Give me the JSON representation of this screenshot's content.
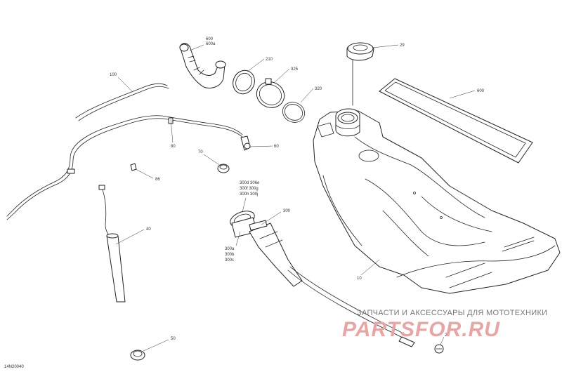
{
  "diagram_id": "14N20040",
  "labels": {
    "l10": "10",
    "l20": "20",
    "l29": "29",
    "l40": "40",
    "l50": "50",
    "l60": "60",
    "l70": "70",
    "l80": "80",
    "l86": "86",
    "l100": "100",
    "l210": "210",
    "l300": "300",
    "l300abc": [
      "300a",
      "300b",
      "300c"
    ],
    "l300d": [
      "300d  306e",
      "300f  300g",
      "300h  300j"
    ],
    "l320": "320",
    "l325": "325",
    "l600": "600",
    "l600a": [
      "600",
      "600a"
    ]
  },
  "watermark": {
    "tagline": "ЗАПЧАСТИ И АКСЕССУАРЫ ДЛЯ МОТОТЕХНИКИ",
    "brand": "PARTSFOR.RU"
  }
}
